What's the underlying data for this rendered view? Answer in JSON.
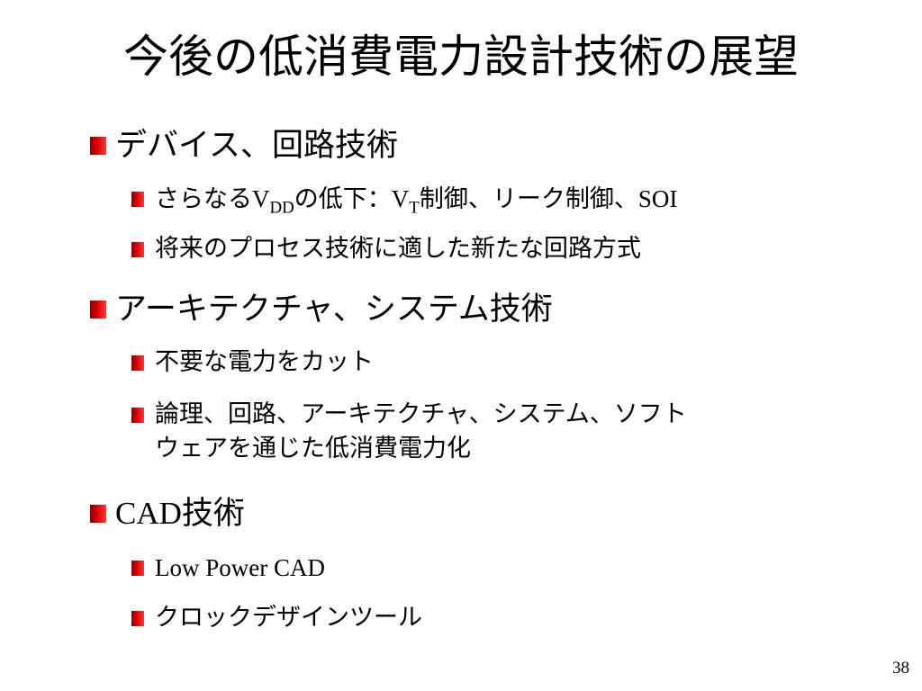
{
  "slide": {
    "title": "今後の低消費電力設計技術の展望",
    "page_number": "38",
    "bullet_color": "#d40000"
  },
  "sections": [
    {
      "label": "デバイス、回路技術",
      "items": [
        {
          "text_a": "さらなる",
          "v1": "V",
          "v1_sub": "DD",
          "text_b": "の低下：",
          "v2": "V",
          "v2_sub": "T",
          "text_c": "制御、リーク制御、",
          "text_d": "SOI"
        },
        {
          "label": "将来のプロセス技術に適した新たな回路方式"
        }
      ]
    },
    {
      "label": "アーキテクチャ、システム技術",
      "items": [
        {
          "label": "不要な電力をカット"
        },
        {
          "line1": "論理、回路、アーキテクチャ、システム、ソフト",
          "line2": "ウェアを通じた低消費電力化"
        }
      ]
    },
    {
      "label_latin": "CAD",
      "label_rest": "技術",
      "items": [
        {
          "label": "Low Power CAD"
        },
        {
          "label": "クロックデザインツール"
        }
      ]
    }
  ]
}
